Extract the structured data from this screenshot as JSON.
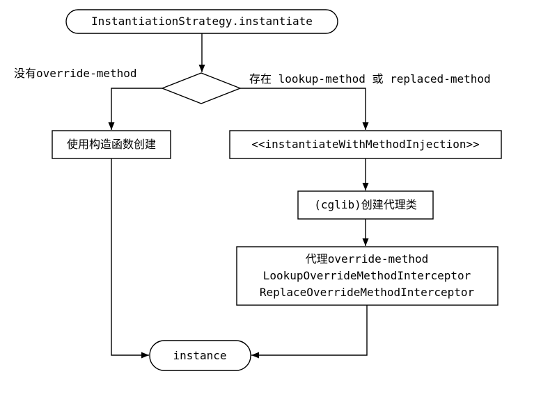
{
  "diagram": {
    "title": "InstantiationStrategy.instantiate flowchart",
    "background": "#ffffff",
    "line_color": "#000000",
    "text_color": "#000000",
    "nodes": {
      "start": {
        "shape": "rounded-rect",
        "label": "InstantiationStrategy.instantiate"
      },
      "decision": {
        "shape": "diamond",
        "label": ""
      },
      "constructor": {
        "shape": "rect",
        "label": "使用构造函数创建"
      },
      "method_injection": {
        "shape": "rect",
        "label": "<<instantiateWithMethodInjection>>"
      },
      "cglib": {
        "shape": "rect",
        "label": "(cglib)创建代理类"
      },
      "interceptor": {
        "shape": "rect",
        "lines": [
          "代理override-method",
          "LookupOverrideMethodInterceptor",
          "ReplaceOverrideMethodInterceptor"
        ]
      },
      "instance": {
        "shape": "rounded-rect",
        "label": "instance"
      }
    },
    "edge_labels": {
      "no_override": "没有override-method",
      "has_lookup_or_replaced": "存在 lookup-method 或 replaced-method"
    }
  }
}
